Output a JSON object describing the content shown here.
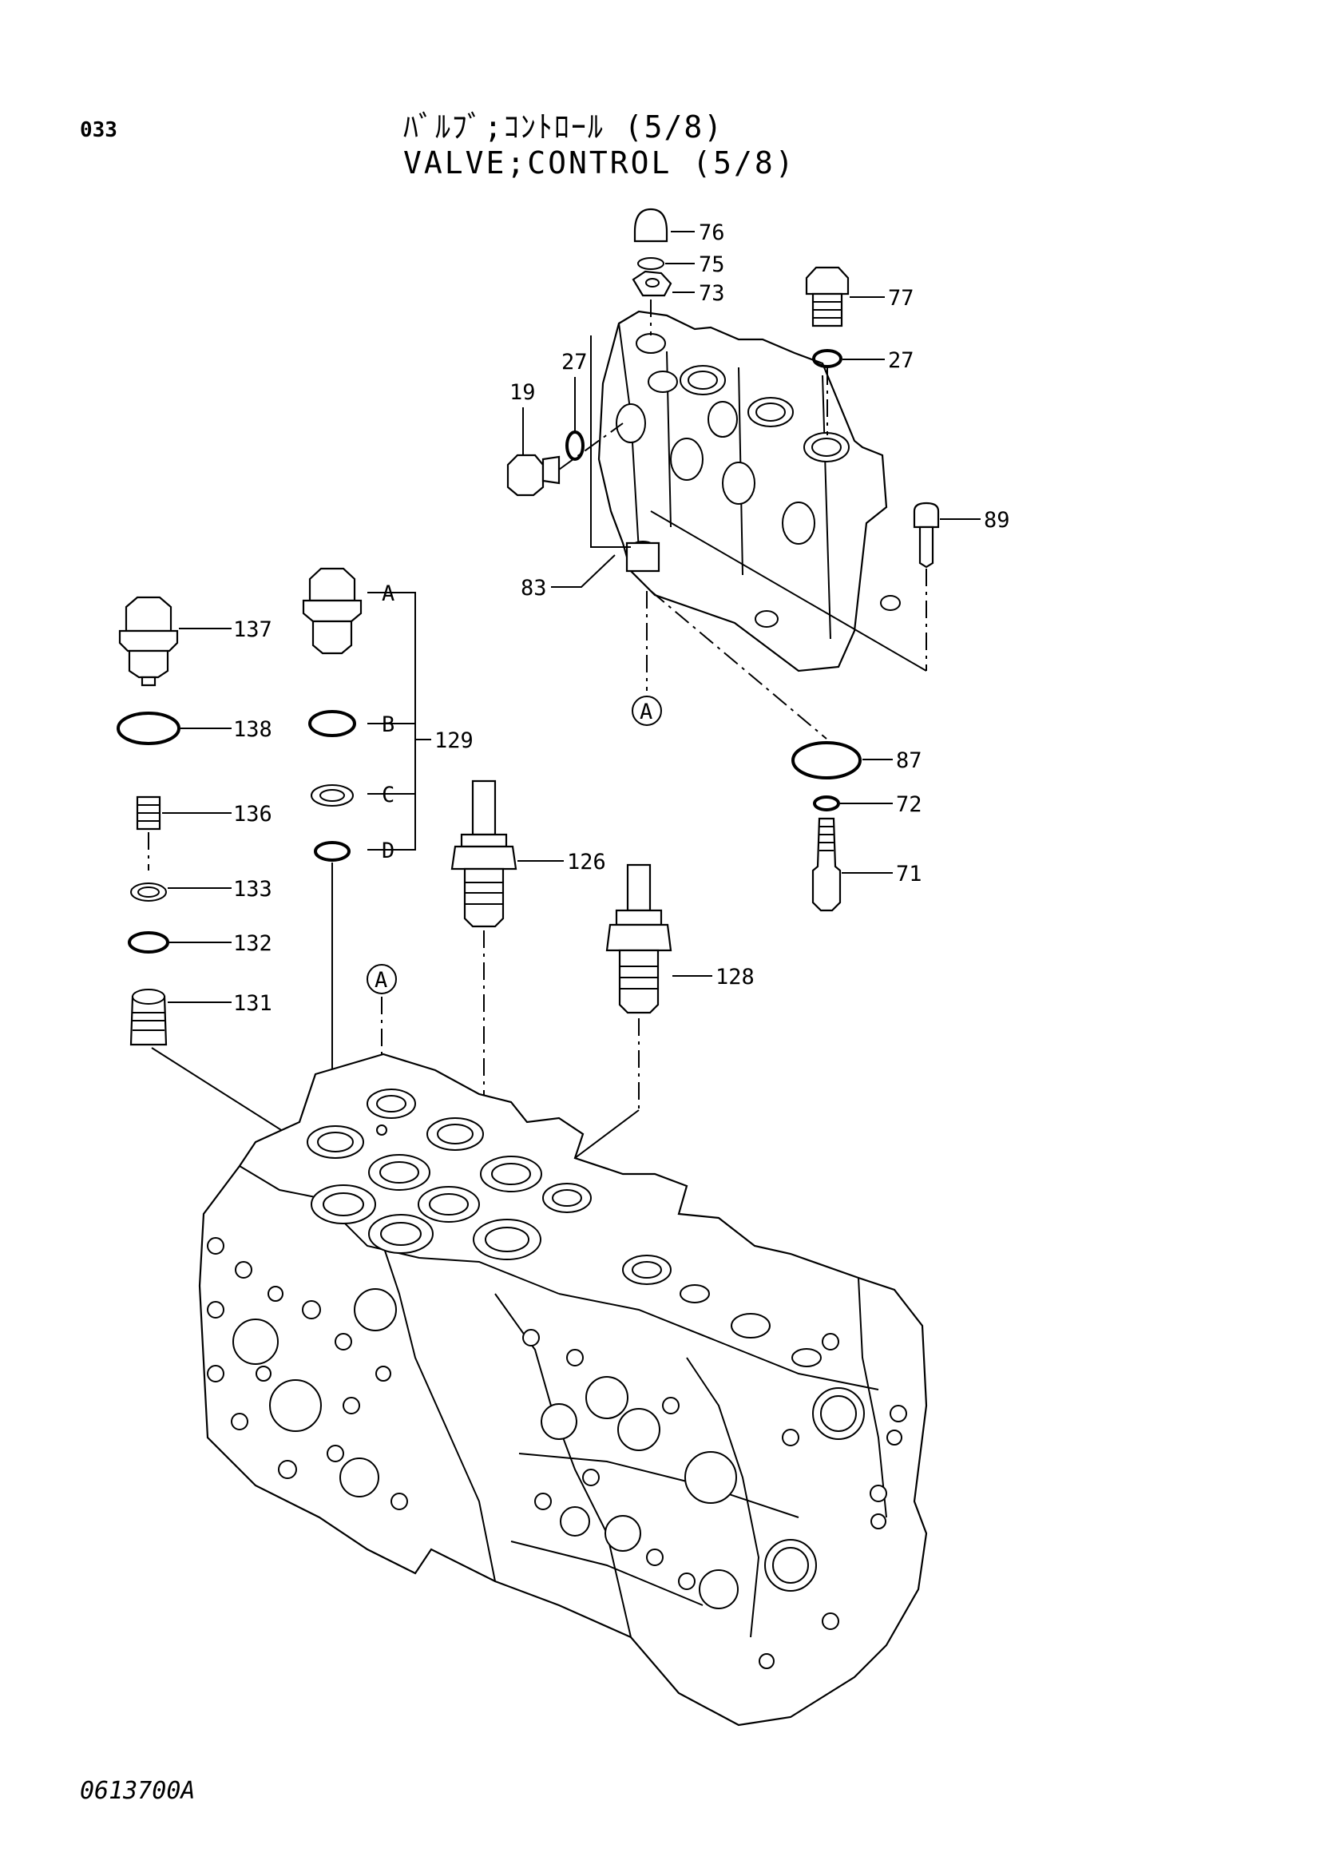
{
  "header": {
    "page_number": "033",
    "title_japanese": "ﾊﾞﾙﾌﾞ;ｺﾝﾄﾛｰﾙ (5/8)",
    "title_english": "VALVE;CONTROL (5/8)"
  },
  "footer": {
    "drawing_code": "0613700A"
  },
  "callouts": {
    "p76": "76",
    "p75": "75",
    "p73": "73",
    "p77": "77",
    "p27a": "27",
    "p27b": "27",
    "p19": "19",
    "p89": "89",
    "p83": "83",
    "p87": "87",
    "p72": "72",
    "p71": "71",
    "p137": "137",
    "p138": "138",
    "p136": "136",
    "p133": "133",
    "p132": "132",
    "p131": "131",
    "p129": "129",
    "p126": "126",
    "p128": "128",
    "subA": "A",
    "subB": "B",
    "subC": "C",
    "subD": "D",
    "refA1": "A",
    "refA2": "A"
  }
}
